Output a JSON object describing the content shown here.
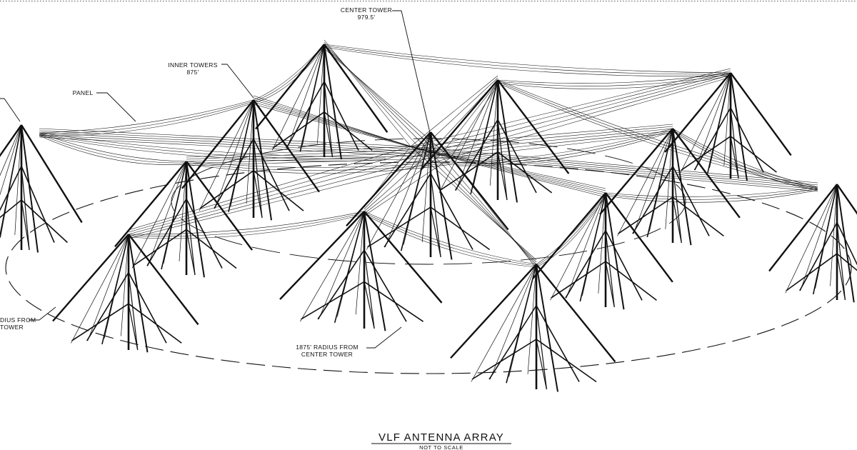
{
  "labels": {
    "center_tower_line1": "CENTER TOWER",
    "center_tower_line2": "979.5'",
    "inner_towers_line1": "INNER TOWERS",
    "inner_towers_line2": "875'",
    "panel": "PANEL",
    "radius_right_line1": "1875' RADIUS FROM",
    "radius_right_line2": "CENTER TOWER",
    "radius_left_line1": "DIUS FROM",
    "radius_left_line2": "TOWER"
  },
  "title": {
    "main": "VLF ANTENNA ARRAY",
    "sub": "NOT TO SCALE"
  },
  "colors": {
    "ink": "#111111",
    "paper": "#ffffff",
    "frame_dots": "#555555"
  }
}
